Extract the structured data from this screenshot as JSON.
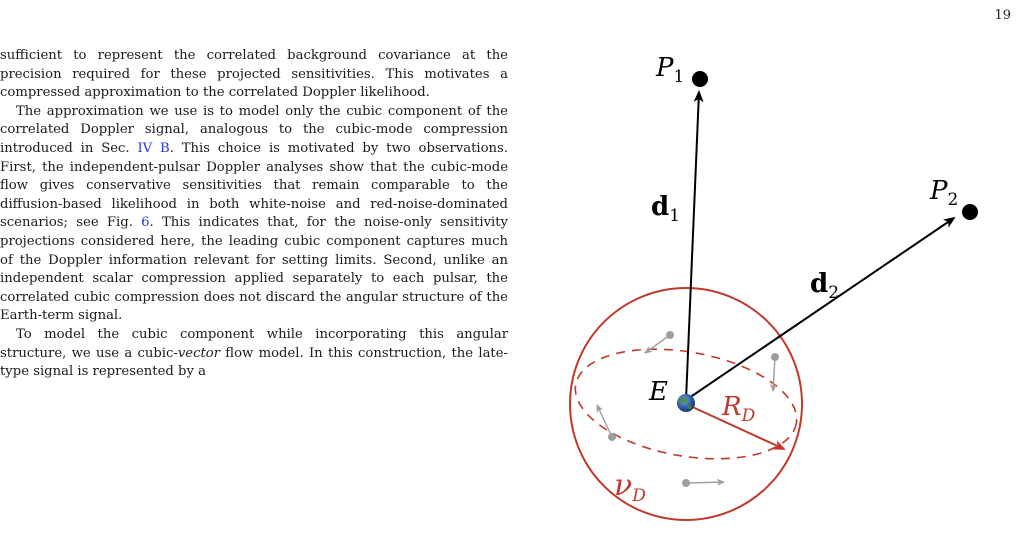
{
  "page": {
    "number": "19"
  },
  "text": {
    "p1": "sufficient to represent the correlated background covariance at the precision required for these projected sensitivities. This motivates a compressed approximation to the correlated Doppler likelihood.",
    "p2_a": "The approximation we use is to model only the cubic component of the correlated Doppler signal, analogous to the cubic-mode compression introduced in Sec. ",
    "p2_ref1": "IV B",
    "p2_b": ". This choice is motivated by two observations. First, the independent-pulsar Doppler analyses show that the cubic-mode flow gives conservative sensitivities that remain comparable to the diffusion-based likelihood in both white-noise and red-noise-dominated scenarios; see Fig. ",
    "p2_ref2": "6",
    "p2_c": ". This indicates that, for the noise-only sensitivity projections considered here, the leading cubic component captures much of the Doppler information relevant for setting limits. Second, unlike an independent scalar compression applied separately to each pulsar, the correlated cubic compression does not discard the angular structure of the Earth-term signal.",
    "p3_a": "To model the cubic component while incorporating this angular structure, we use a cubic-",
    "p3_em": "vector",
    "p3_b": " flow model. In this construction, the late-type signal is represented by a"
  },
  "figure": {
    "labels": {
      "p1": "P",
      "p1_sub": "1",
      "p2": "P",
      "p2_sub": "2",
      "d1": "d",
      "d1_sub": "1",
      "d2": "d",
      "d2_sub": "2",
      "earth": "E",
      "radius": "R",
      "radius_sub": "D",
      "volume": "ν",
      "volume_sub": "D"
    },
    "colors": {
      "sphere": "#c0392b",
      "arrows": "#000000",
      "velocity": "#9e9e9e",
      "earth": "#2e5fa8"
    }
  }
}
